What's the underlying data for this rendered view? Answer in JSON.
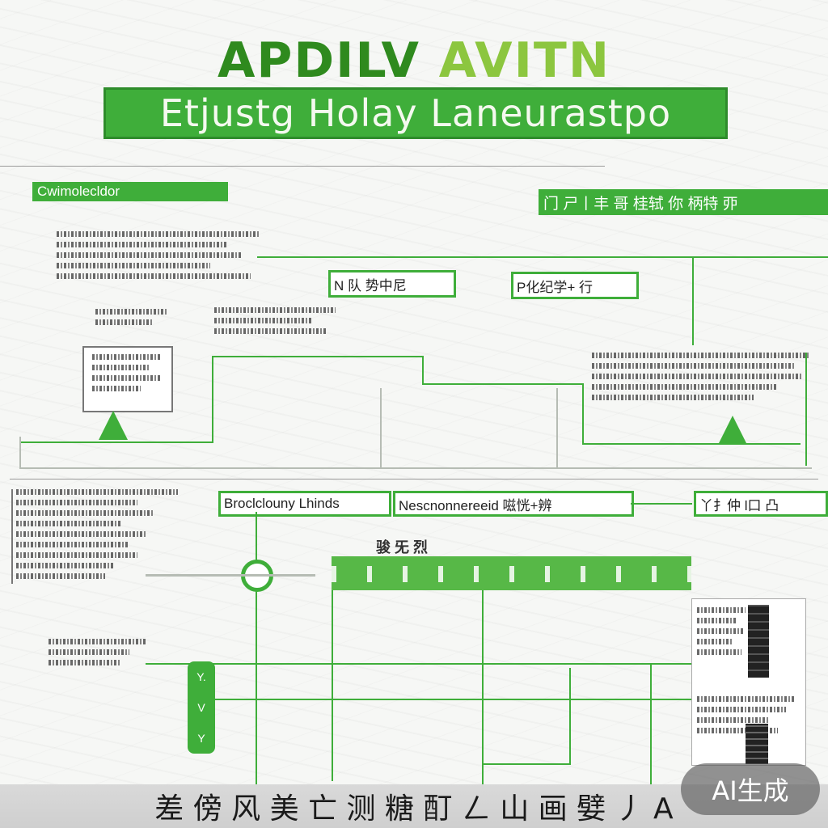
{
  "logo": {
    "text_left": "APDILV",
    "text_right": "AVITN"
  },
  "title": "Etjustg Holay Laneurastpo",
  "labels": {
    "top_left": "Cwimolecldor",
    "top_right": "门 ㄕ丨丰 哥 桂轼 你 柄特 丣",
    "mid_1": "N 队 势中尼",
    "mid_2": "P化纪学+ 行",
    "bottom_1": "Broclclouny Lhinds",
    "bottom_2": "Nescnonnereeid 嗞恍+辨",
    "bottom_3": "丫扌仲 l口 凸",
    "small_tag": "骏 旡 烈"
  },
  "pill": [
    "Y.",
    "V",
    "Y"
  ],
  "footer": "差 傍 风 美 亡 测 糖 酊 ㄥ 山 画 嬖 丿 A",
  "badge": "AI生成",
  "colors": {
    "green": "#3fae3a",
    "dark_green": "#2f8a1e"
  }
}
